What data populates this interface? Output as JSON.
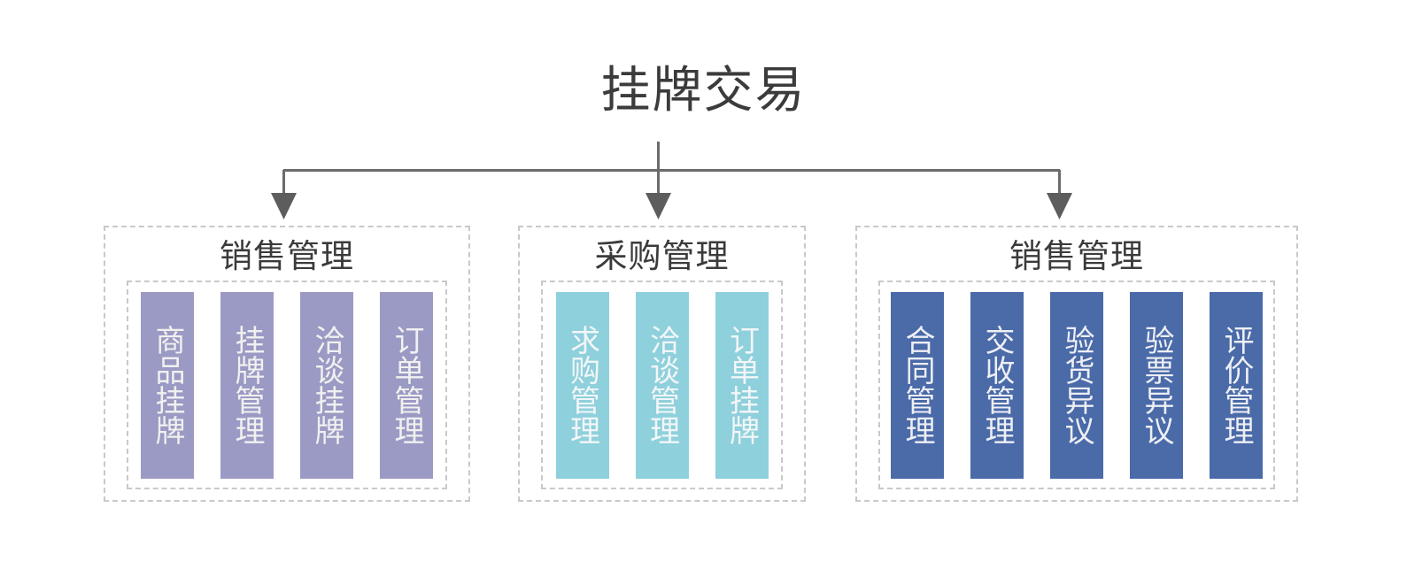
{
  "diagram": {
    "title": "挂牌交易",
    "connector_color": "#6b6b6b",
    "frame_color": "#c9c9c9",
    "groups": [
      {
        "id": "sales-management-left",
        "title": "销售管理",
        "color": "#9b9ac4",
        "text_color": "#f0f0f0",
        "items": [
          {
            "label": "商品挂牌"
          },
          {
            "label": "挂牌管理"
          },
          {
            "label": "洽谈挂牌"
          },
          {
            "label": "订单管理"
          }
        ]
      },
      {
        "id": "purchase-management",
        "title": "采购管理",
        "color": "#8ed0dc",
        "text_color": "#f2f6f7",
        "items": [
          {
            "label": "求购管理"
          },
          {
            "label": "洽谈管理"
          },
          {
            "label": "订单挂牌"
          }
        ]
      },
      {
        "id": "sales-management-right",
        "title": "销售管理",
        "color": "#4a6aa8",
        "text_color": "#edeff4",
        "items": [
          {
            "label": "合同管理"
          },
          {
            "label": "交收管理"
          },
          {
            "label": "验货异议"
          },
          {
            "label": "验票异议"
          },
          {
            "label": "评价管理"
          }
        ]
      }
    ]
  }
}
